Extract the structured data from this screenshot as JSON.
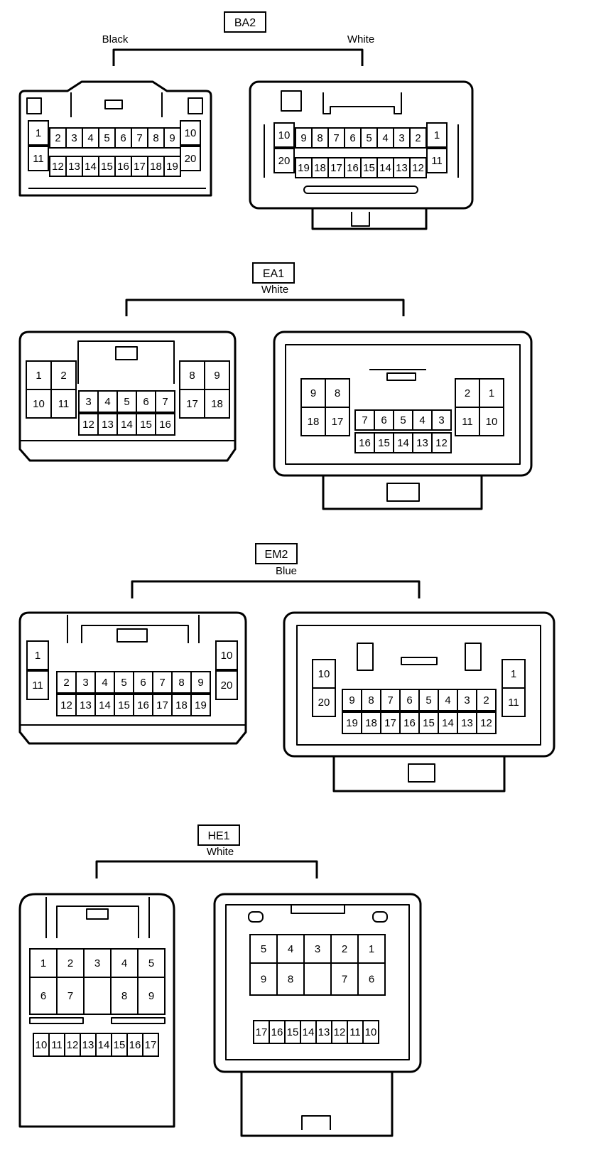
{
  "connectors": [
    {
      "code": "BA2",
      "left_color": "Black",
      "right_color": "White",
      "left_pins": {
        "upper": [
          "1",
          "2",
          "3",
          "4",
          "5",
          "6",
          "7",
          "8",
          "9",
          "10"
        ],
        "lower": [
          "11",
          "12",
          "13",
          "14",
          "15",
          "16",
          "17",
          "18",
          "19",
          "20"
        ]
      },
      "right_pins": {
        "upper": [
          "10",
          "9",
          "8",
          "7",
          "6",
          "5",
          "4",
          "3",
          "2",
          "1"
        ],
        "lower": [
          "20",
          "19",
          "18",
          "17",
          "16",
          "15",
          "14",
          "13",
          "12",
          "11"
        ]
      }
    },
    {
      "code": "EA1",
      "color": "White",
      "left_pins": {
        "side_left": [
          [
            "1",
            "2"
          ],
          [
            "10",
            "11"
          ]
        ],
        "center": [
          [
            "3",
            "4",
            "5",
            "6",
            "7"
          ],
          [
            "12",
            "13",
            "14",
            "15",
            "16"
          ]
        ],
        "side_right": [
          [
            "8",
            "9"
          ],
          [
            "17",
            "18"
          ]
        ]
      },
      "right_pins": {
        "side_left": [
          [
            "9",
            "8"
          ],
          [
            "18",
            "17"
          ]
        ],
        "center": [
          [
            "7",
            "6",
            "5",
            "4",
            "3"
          ],
          [
            "16",
            "15",
            "14",
            "13",
            "12"
          ]
        ],
        "side_right": [
          [
            "2",
            "1"
          ],
          [
            "11",
            "10"
          ]
        ]
      }
    },
    {
      "code": "EM2",
      "color": "Blue",
      "left_pins": {
        "side_left": [
          "1",
          "11"
        ],
        "center": [
          [
            "2",
            "3",
            "4",
            "5",
            "6",
            "7",
            "8",
            "9"
          ],
          [
            "12",
            "13",
            "14",
            "15",
            "16",
            "17",
            "18",
            "19"
          ]
        ],
        "side_right": [
          "10",
          "20"
        ]
      },
      "right_pins": {
        "side_left": [
          "10",
          "20"
        ],
        "center": [
          [
            "9",
            "8",
            "7",
            "6",
            "5",
            "4",
            "3",
            "2"
          ],
          [
            "19",
            "18",
            "17",
            "16",
            "15",
            "14",
            "13",
            "12"
          ]
        ],
        "side_right": [
          "1",
          "11"
        ]
      }
    },
    {
      "code": "HE1",
      "color": "White",
      "left_pins": {
        "row1": [
          "1",
          "2",
          "3",
          "4",
          "5"
        ],
        "row2": [
          "6",
          "7",
          "",
          "8",
          "9"
        ],
        "row3": [
          "10",
          "11",
          "12",
          "13",
          "14",
          "15",
          "16",
          "17"
        ]
      },
      "right_pins": {
        "row1": [
          "5",
          "4",
          "3",
          "2",
          "1"
        ],
        "row2": [
          "9",
          "8",
          "",
          "7",
          "6"
        ],
        "row3": [
          "17",
          "16",
          "15",
          "14",
          "13",
          "12",
          "11",
          "10"
        ]
      }
    }
  ]
}
